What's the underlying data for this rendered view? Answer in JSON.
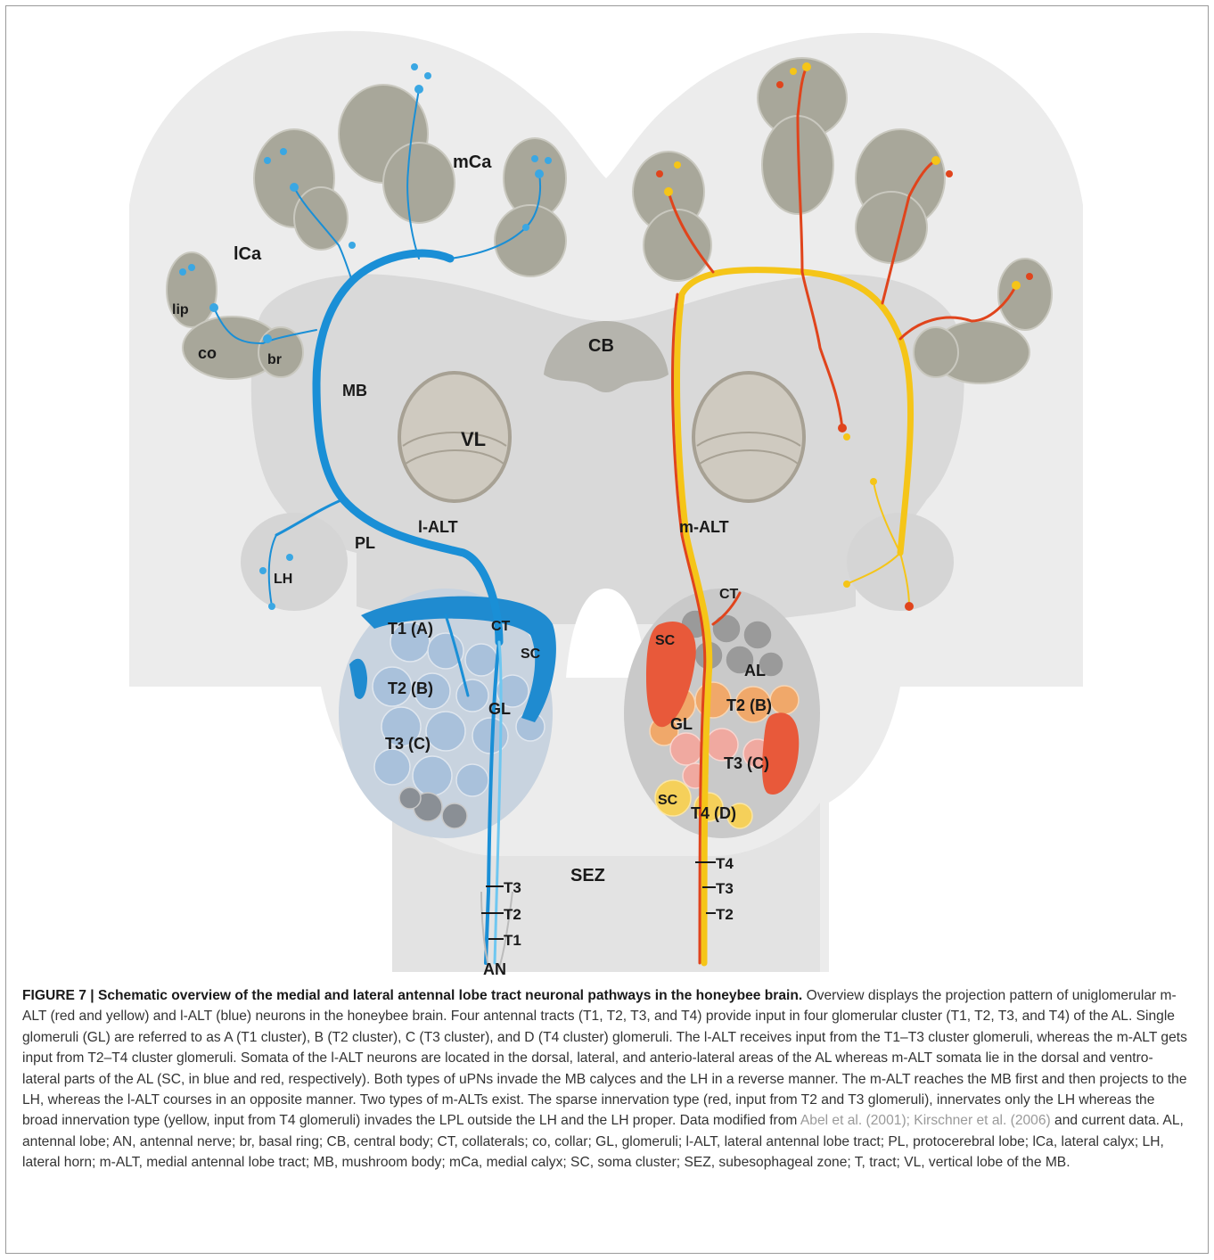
{
  "labels": {
    "lca": "lCa",
    "mca": "mCa",
    "lip": "lip",
    "co": "co",
    "br": "br",
    "mb": "MB",
    "cb": "CB",
    "vl": "VL",
    "lalt": "l-ALT",
    "malt": "m-ALT",
    "pl": "PL",
    "lh": "LH",
    "left_t1": "T1 (A)",
    "left_t2": "T2 (B)",
    "left_t3": "T3 (C)",
    "left_gl": "GL",
    "left_ct": "CT",
    "left_sc": "SC",
    "right_ct": "CT",
    "right_sc_top": "SC",
    "right_al": "AL",
    "right_t2": "T2 (B)",
    "right_gl": "GL",
    "right_t3": "T3 (C)",
    "right_sc_bottom": "SC",
    "right_t4": "T4 (D)",
    "sez": "SEZ",
    "left_tract_t3": "T3",
    "left_tract_t2": "T2",
    "left_tract_t1": "T1",
    "an": "AN",
    "right_tract_t4": "T4",
    "right_tract_t3": "T3",
    "right_tract_t2": "T2"
  },
  "colors": {
    "lalt_blue": "#1a8fd6",
    "malt_red": "#e0441c",
    "malt_yellow": "#f5c518",
    "calyx": "#a9a89a",
    "brain_light": "#e8e8e8",
    "brain_mid": "#d6d6d6"
  },
  "caption": {
    "title": "FIGURE 7 | Schematic overview of the medial and lateral antennal lobe tract neuronal pathways in the honeybee brain.",
    "body_1": " Overview displays the projection pattern of uniglomerular m-ALT (red and yellow) and l-ALT (blue) neurons in the honeybee brain. Four antennal tracts (T1, T2, T3, and T4) provide input in four glomerular cluster (T1, T2, T3, and T4) of the AL. Single glomeruli (GL) are referred to as A (T1 cluster), B (T2 cluster), C (T3 cluster), and D (T4 cluster) glomeruli. The l-ALT receives input from the T1–T3 cluster glomeruli, whereas the m-ALT gets input from T2–T4 cluster glomeruli. Somata of the l-ALT neurons are located in the dorsal, lateral, and anterio-lateral areas of the AL whereas m-ALT somata lie in the dorsal and ventro-lateral parts of the AL (SC, in blue and red, respectively). Both types of uPNs invade the MB calyces and the LH in a reverse manner. The m-ALT reaches the MB first and then projects to the LH, whereas the l-ALT courses in an opposite manner. Two types of m-ALTs exist. The sparse innervation type (red, input from T2 and T3 glomeruli), innervates only the LH whereas the broad innervation type (yellow, input from T4 glomeruli) invades the LPL outside the LH and the LH proper. Data modified from ",
    "ref_1": "Abel et al. (2001); Kirschner et al. (2006)",
    "body_2": " and current data. AL, antennal lobe; AN, antennal nerve; br, basal ring; CB, central body; CT, collaterals; co, collar; GL, glomeruli; l-ALT, lateral antennal lobe tract; PL, protocerebral lobe; lCa, lateral calyx; LH, lateral horn; m-ALT, medial antennal lobe tract; MB, mushroom body; mCa, medial calyx; SC, soma cluster; SEZ, subesophageal zone; T, tract; VL, vertical lobe of the MB."
  }
}
